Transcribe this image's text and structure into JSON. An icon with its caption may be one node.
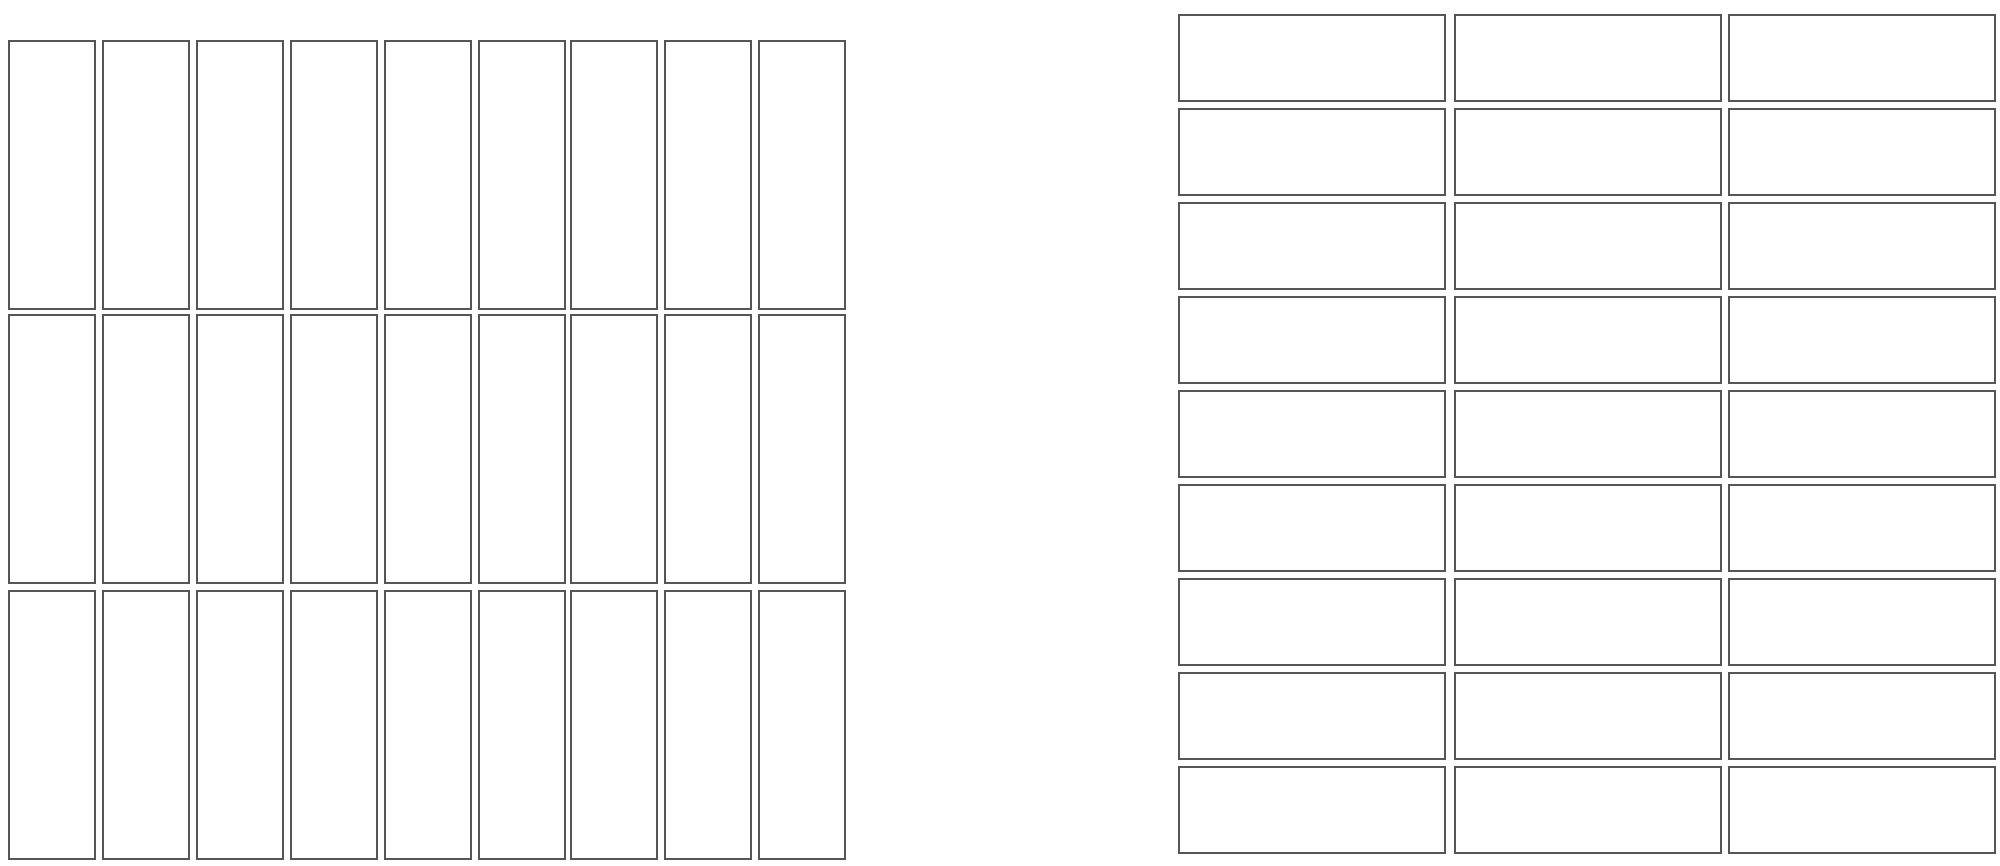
{
  "diagram": {
    "nodes": [
      {
        "text": [],
        "shape": "box"
      },
      {
        "text": [],
        "shape": "box"
      },
      {
        "text": [],
        "shape": "box"
      },
      {
        "text": [],
        "shape": "box"
      },
      {
        "text": [],
        "shape": "box"
      },
      {
        "text": [],
        "shape": "box"
      },
      {
        "text": [],
        "shape": "box"
      },
      {
        "text": [],
        "shape": "box"
      },
      {
        "text": [],
        "shape": "box"
      },
      {
        "text": [],
        "shape": "box"
      },
      {
        "text": [],
        "shape": "box"
      },
      {
        "text": [],
        "shape": "box"
      },
      {
        "text": [],
        "shape": "box"
      },
      {
        "text": [],
        "shape": "box"
      },
      {
        "text": [],
        "shape": "box"
      },
      {
        "text": [],
        "shape": "box"
      },
      {
        "text": [],
        "shape": "box"
      },
      {
        "text": [],
        "shape": "box"
      },
      {
        "text": [],
        "shape": "box"
      },
      {
        "text": [],
        "shape": "box"
      },
      {
        "text": [],
        "shape": "box"
      },
      {
        "text": [],
        "shape": "box"
      },
      {
        "text": [],
        "shape": "box"
      },
      {
        "text": [],
        "shape": "box"
      },
      {
        "text": [],
        "shape": "box"
      },
      {
        "text": [],
        "shape": "box"
      },
      {
        "text": [],
        "shape": "box"
      },
      {
        "text": [],
        "shape": "box"
      },
      {
        "text": [],
        "shape": "box"
      },
      {
        "text": [],
        "shape": "box"
      },
      {
        "text": [],
        "shape": "box"
      },
      {
        "text": [],
        "shape": "box"
      },
      {
        "text": [],
        "shape": "box"
      },
      {
        "text": [],
        "shape": "box"
      },
      {
        "text": [],
        "shape": "box"
      },
      {
        "text": [],
        "shape": "box"
      },
      {
        "text": [],
        "shape": "box"
      },
      {
        "text": [],
        "shape": "box"
      },
      {
        "text": [],
        "shape": "box"
      },
      {
        "text": [],
        "shape": "box"
      },
      {
        "text": [],
        "shape": "box"
      },
      {
        "text": [],
        "shape": "box"
      },
      {
        "text": [],
        "shape": "box"
      },
      {
        "text": [],
        "shape": "box"
      },
      {
        "text": [],
        "shape": "box"
      },
      {
        "text": [],
        "shape": "box"
      },
      {
        "text": [],
        "shape": "box"
      },
      {
        "text": [],
        "shape": "box"
      },
      {
        "text": [],
        "shape": "box"
      },
      {
        "text": [],
        "shape": "box"
      },
      {
        "text": [],
        "shape": "box"
      },
      {
        "text": [],
        "shape": "box"
      },
      {
        "text": [],
        "shape": "box"
      },
      {
        "text": [],
        "shape": "box"
      }
    ]
  }
}
